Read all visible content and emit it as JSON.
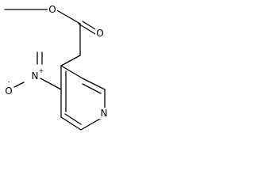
{
  "molecule": {
    "atoms": {
      "ester_O": "O",
      "carbonyl_O": "O",
      "nitro_N": "N",
      "nitro_N_charge": "+",
      "nitro_O": "O",
      "nitro_O_charge": "-",
      "ring_N": "N"
    },
    "colors": {
      "bond": "#000000",
      "background": "#ffffff"
    }
  }
}
